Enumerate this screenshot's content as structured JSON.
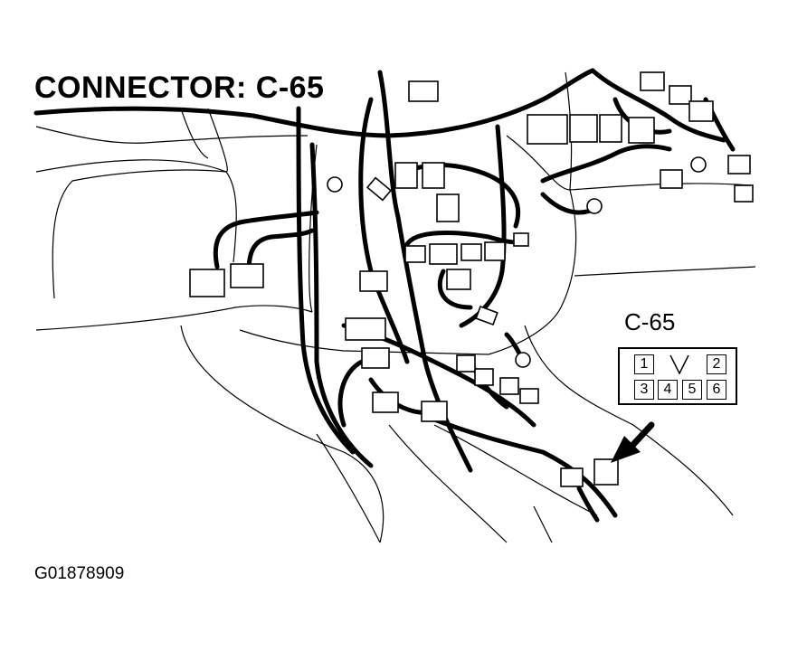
{
  "header": {
    "title": "CONNECTOR: C-65"
  },
  "footer": {
    "figure_id": "G01878909"
  },
  "pinout": {
    "connector_label": "C-65",
    "pins_top": [
      "1",
      "2"
    ],
    "pins_bottom": [
      "3",
      "4",
      "5",
      "6"
    ]
  },
  "icons": {
    "pointer": "arrow-icon",
    "key": "keyway-icon"
  }
}
